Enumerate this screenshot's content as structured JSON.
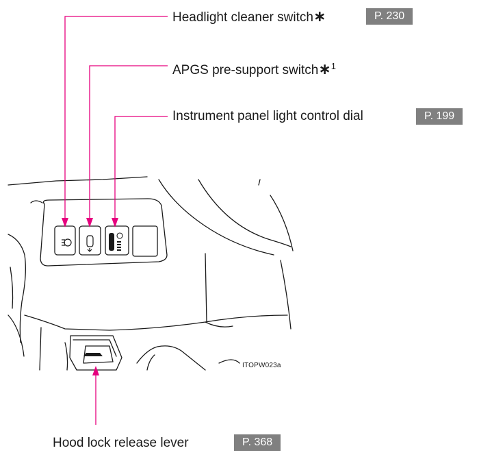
{
  "callouts": {
    "headlight_cleaner": {
      "label": "Headlight cleaner switch",
      "mark": "∗",
      "page_ref": "P. 230"
    },
    "apgs_presupport": {
      "label": "APGS pre-support switch",
      "mark": "∗",
      "note": "1"
    },
    "instrument_dial": {
      "label": "Instrument panel light control dial",
      "page_ref": "P. 199"
    },
    "hood_lock": {
      "label": "Hood lock release lever",
      "page_ref": "P. 368"
    }
  },
  "figure_code": "ITOPW023a",
  "colors": {
    "leader": "#e6007e",
    "badge_bg": "#808080",
    "badge_text": "#ffffff",
    "line_art": "#1a1a1a"
  }
}
